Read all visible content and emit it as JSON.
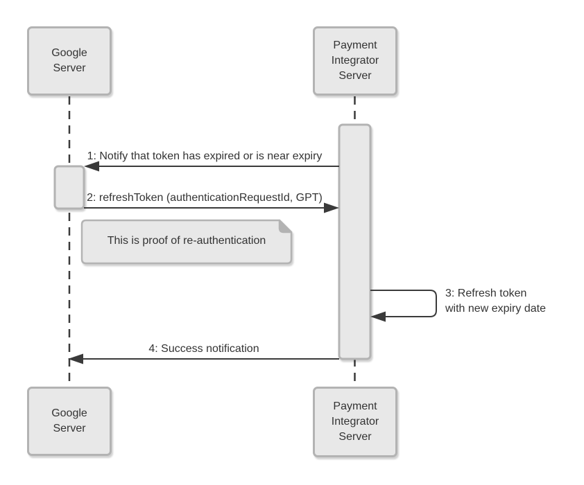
{
  "diagram": {
    "type": "uml-sequence-diagram",
    "background": "#ffffff",
    "colors": {
      "shape_fill": "#e8e8e8",
      "shape_border": "#b3b3b3",
      "line": "#3a3a3a",
      "text": "#333333"
    },
    "actors": [
      {
        "id": "google-server",
        "label": "Google\nServer"
      },
      {
        "id": "payment-integrator-server",
        "label": "Payment\nIntegrator\nServer"
      }
    ],
    "messages": [
      {
        "num": "1",
        "label": "1: Notify that token has expired or is near expiry",
        "from": "payment-integrator-server",
        "to": "google-server"
      },
      {
        "num": "2",
        "label": "2: refreshToken (authenticationRequestId, GPT)",
        "from": "google-server",
        "to": "payment-integrator-server"
      },
      {
        "num": "3",
        "label": "3: Refresh token\nwith new expiry date",
        "from": "payment-integrator-server",
        "to": "payment-integrator-server",
        "self_message": true
      },
      {
        "num": "4",
        "label": "4: Success notification",
        "from": "payment-integrator-server",
        "to": "google-server"
      }
    ],
    "note": {
      "label": "This is proof of re-authentication",
      "attached_near": "google-server"
    }
  }
}
